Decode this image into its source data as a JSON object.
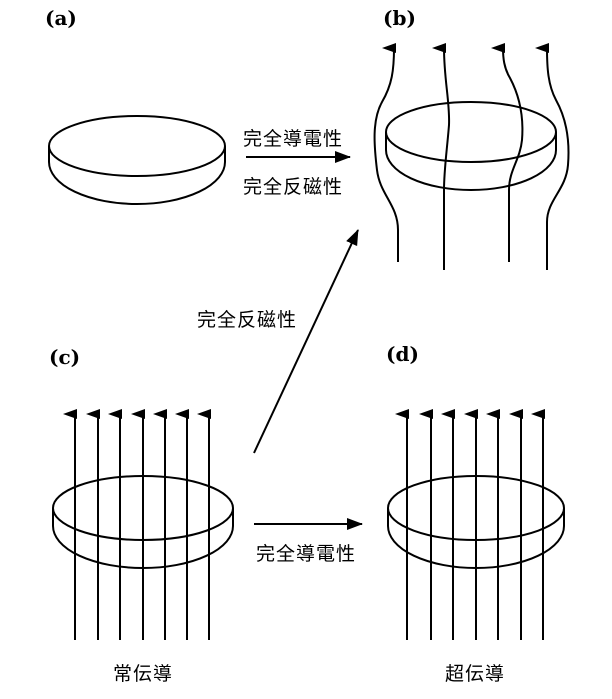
{
  "panels": {
    "a": "(a)",
    "b": "(b)",
    "c": "(c)",
    "d": "(d)"
  },
  "labels": {
    "ab_top": "完全導電性",
    "ab_bottom": "完全反磁性",
    "cb_diagonal": "完全反磁性",
    "cd_arrow": "完全導電性",
    "c_caption": "常伝導",
    "d_caption": "超伝導"
  },
  "colors": {
    "ink": "#000000",
    "background": "#ffffff"
  }
}
